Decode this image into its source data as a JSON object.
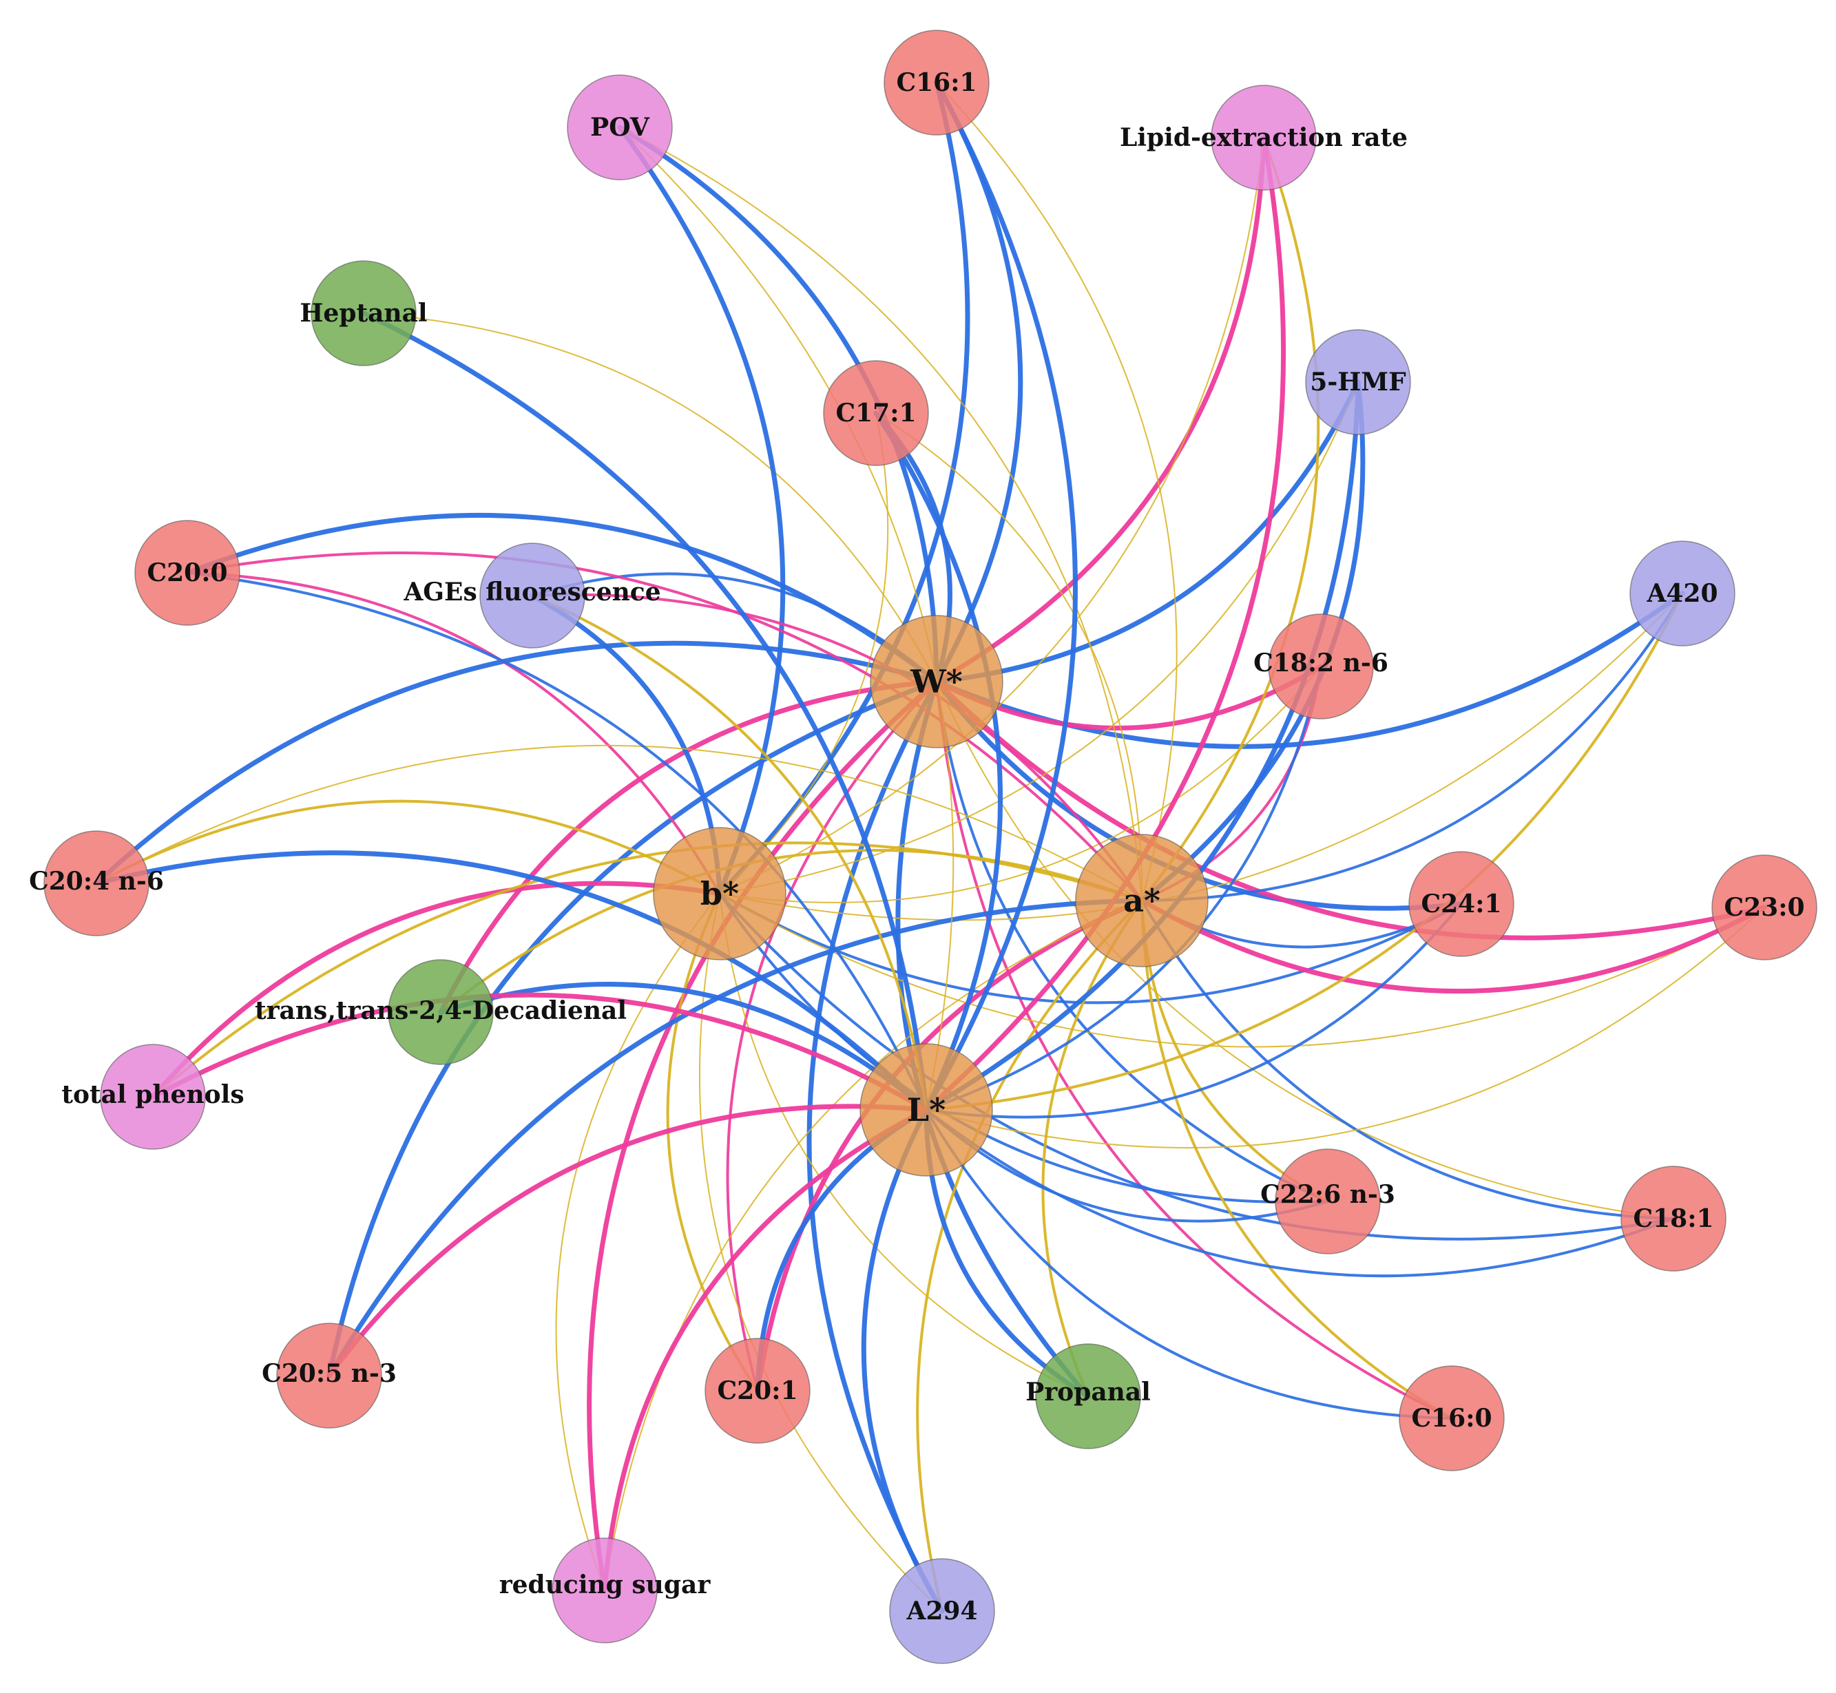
{
  "chart_data": {
    "type": "network",
    "colors": {
      "edge_types": {
        "blue": "#2b6fe3",
        "gold": "#d8b21c",
        "pink": "#ee3b9c"
      },
      "node_groups": {
        "fatty_acid": "#f07a76",
        "oxidation": "#e888d8",
        "volatile": "#74ad55",
        "maillard": "#a5a2e6",
        "color": "#e4974c"
      }
    },
    "nodes": [
      {
        "id": "W",
        "label": "W*",
        "group": "color"
      },
      {
        "id": "b",
        "label": "b*",
        "group": "color"
      },
      {
        "id": "a",
        "label": "a*",
        "group": "color"
      },
      {
        "id": "L",
        "label": "L*",
        "group": "color"
      },
      {
        "id": "C16_1",
        "label": "C16:1",
        "group": "fatty_acid"
      },
      {
        "id": "POV",
        "label": "POV",
        "group": "oxidation"
      },
      {
        "id": "LER",
        "label": "Lipid-extraction rate",
        "group": "oxidation"
      },
      {
        "id": "Heptanal",
        "label": "Heptanal",
        "group": "volatile"
      },
      {
        "id": "C17_1",
        "label": "C17:1",
        "group": "fatty_acid"
      },
      {
        "id": "HMF",
        "label": "5-HMF",
        "group": "maillard"
      },
      {
        "id": "C20_0",
        "label": "C20:0",
        "group": "fatty_acid"
      },
      {
        "id": "AGEs",
        "label": "AGEs fluorescence",
        "group": "maillard"
      },
      {
        "id": "A420",
        "label": "A420",
        "group": "maillard"
      },
      {
        "id": "C18_2",
        "label": "C18:2 n-6",
        "group": "fatty_acid"
      },
      {
        "id": "C20_4",
        "label": "C20:4 n-6",
        "group": "fatty_acid"
      },
      {
        "id": "C24_1",
        "label": "C24:1",
        "group": "fatty_acid"
      },
      {
        "id": "C23_0",
        "label": "C23:0",
        "group": "fatty_acid"
      },
      {
        "id": "Decadienal",
        "label": "trans,trans-2,4-Decadienal",
        "group": "volatile"
      },
      {
        "id": "Phenols",
        "label": "total phenols",
        "group": "oxidation"
      },
      {
        "id": "C22_6",
        "label": "C22:6 n-3",
        "group": "fatty_acid"
      },
      {
        "id": "C18_1",
        "label": "C18:1",
        "group": "fatty_acid"
      },
      {
        "id": "C20_5",
        "label": "C20:5 n-3",
        "group": "fatty_acid"
      },
      {
        "id": "C20_1",
        "label": "C20:1",
        "group": "fatty_acid"
      },
      {
        "id": "Propanal",
        "label": "Propanal",
        "group": "volatile"
      },
      {
        "id": "C16_0",
        "label": "C16:0",
        "group": "fatty_acid"
      },
      {
        "id": "Sugar",
        "label": "reducing sugar",
        "group": "oxidation"
      },
      {
        "id": "A294",
        "label": "A294",
        "group": "maillard"
      }
    ],
    "edges": [
      {
        "source": "W",
        "target": "C16_1",
        "type": "blue",
        "weight": 3
      },
      {
        "source": "W",
        "target": "POV",
        "type": "blue",
        "weight": 3
      },
      {
        "source": "W",
        "target": "LER",
        "type": "pink",
        "weight": 3
      },
      {
        "source": "W",
        "target": "C17_1",
        "type": "blue",
        "weight": 3
      },
      {
        "source": "W",
        "target": "HMF",
        "type": "blue",
        "weight": 3
      },
      {
        "source": "W",
        "target": "C20_0",
        "type": "blue",
        "weight": 3
      },
      {
        "source": "W",
        "target": "AGEs",
        "type": "blue",
        "weight": 2
      },
      {
        "source": "W",
        "target": "A420",
        "type": "blue",
        "weight": 3
      },
      {
        "source": "W",
        "target": "C18_2",
        "type": "pink",
        "weight": 3
      },
      {
        "source": "W",
        "target": "C20_4",
        "type": "blue",
        "weight": 3
      },
      {
        "source": "W",
        "target": "C24_1",
        "type": "blue",
        "weight": 3
      },
      {
        "source": "W",
        "target": "C23_0",
        "type": "pink",
        "weight": 3
      },
      {
        "source": "W",
        "target": "Decadienal",
        "type": "pink",
        "weight": 3
      },
      {
        "source": "W",
        "target": "C22_6",
        "type": "blue",
        "weight": 2
      },
      {
        "source": "W",
        "target": "C16_0",
        "type": "pink",
        "weight": 2
      },
      {
        "source": "W",
        "target": "A294",
        "type": "blue",
        "weight": 3
      },
      {
        "source": "W",
        "target": "Propanal",
        "type": "blue",
        "weight": 3
      },
      {
        "source": "W",
        "target": "Sugar",
        "type": "pink",
        "weight": 3
      },
      {
        "source": "W",
        "target": "C20_5",
        "type": "blue",
        "weight": 3
      },
      {
        "source": "W",
        "target": "C20_1",
        "type": "pink",
        "weight": 2
      },
      {
        "source": "W",
        "target": "C18_1",
        "type": "gold",
        "weight": 1
      },
      {
        "source": "W",
        "target": "Heptanal",
        "type": "gold",
        "weight": 1
      },
      {
        "source": "b",
        "target": "C16_1",
        "type": "blue",
        "weight": 3
      },
      {
        "source": "b",
        "target": "POV",
        "type": "blue",
        "weight": 3
      },
      {
        "source": "b",
        "target": "LER",
        "type": "gold",
        "weight": 1
      },
      {
        "source": "b",
        "target": "C17_1",
        "type": "gold",
        "weight": 1
      },
      {
        "source": "b",
        "target": "HMF",
        "type": "gold",
        "weight": 1
      },
      {
        "source": "b",
        "target": "C20_0",
        "type": "pink",
        "weight": 2
      },
      {
        "source": "b",
        "target": "AGEs",
        "type": "blue",
        "weight": 3
      },
      {
        "source": "b",
        "target": "A420",
        "type": "gold",
        "weight": 1
      },
      {
        "source": "b",
        "target": "C18_2",
        "type": "gold",
        "weight": 1
      },
      {
        "source": "b",
        "target": "C20_4",
        "type": "gold",
        "weight": 2
      },
      {
        "source": "b",
        "target": "C24_1",
        "type": "blue",
        "weight": 2
      },
      {
        "source": "b",
        "target": "C23_0",
        "type": "gold",
        "weight": 1
      },
      {
        "source": "b",
        "target": "Phenols",
        "type": "pink",
        "weight": 3
      },
      {
        "source": "b",
        "target": "C22_6",
        "type": "blue",
        "weight": 2
      },
      {
        "source": "b",
        "target": "C18_1",
        "type": "blue",
        "weight": 2
      },
      {
        "source": "b",
        "target": "C20_1",
        "type": "gold",
        "weight": 2
      },
      {
        "source": "b",
        "target": "Propanal",
        "type": "gold",
        "weight": 1
      },
      {
        "source": "b",
        "target": "A294",
        "type": "gold",
        "weight": 1
      },
      {
        "source": "b",
        "target": "Sugar",
        "type": "gold",
        "weight": 1
      },
      {
        "source": "a",
        "target": "C16_1",
        "type": "gold",
        "weight": 1
      },
      {
        "source": "a",
        "target": "POV",
        "type": "gold",
        "weight": 1
      },
      {
        "source": "a",
        "target": "LER",
        "type": "gold",
        "weight": 2
      },
      {
        "source": "a",
        "target": "C17_1",
        "type": "gold",
        "weight": 1
      },
      {
        "source": "a",
        "target": "HMF",
        "type": "blue",
        "weight": 3
      },
      {
        "source": "a",
        "target": "C20_0",
        "type": "pink",
        "weight": 2
      },
      {
        "source": "a",
        "target": "AGEs",
        "type": "pink",
        "weight": 2
      },
      {
        "source": "a",
        "target": "A420",
        "type": "blue",
        "weight": 2
      },
      {
        "source": "a",
        "target": "C18_2",
        "type": "pink",
        "weight": 2
      },
      {
        "source": "a",
        "target": "C20_4",
        "type": "gold",
        "weight": 1
      },
      {
        "source": "a",
        "target": "C24_1",
        "type": "blue",
        "weight": 2
      },
      {
        "source": "a",
        "target": "C23_0",
        "type": "pink",
        "weight": 3
      },
      {
        "source": "a",
        "target": "Decadienal",
        "type": "gold",
        "weight": 2
      },
      {
        "source": "a",
        "target": "Phenols",
        "type": "gold",
        "weight": 2
      },
      {
        "source": "a",
        "target": "C22_6",
        "type": "gold",
        "weight": 2
      },
      {
        "source": "a",
        "target": "C18_1",
        "type": "blue",
        "weight": 2
      },
      {
        "source": "a",
        "target": "C20_5",
        "type": "blue",
        "weight": 3
      },
      {
        "source": "a",
        "target": "C20_1",
        "type": "pink",
        "weight": 3
      },
      {
        "source": "a",
        "target": "Propanal",
        "type": "gold",
        "weight": 2
      },
      {
        "source": "a",
        "target": "C16_0",
        "type": "gold",
        "weight": 2
      },
      {
        "source": "a",
        "target": "Sugar",
        "type": "gold",
        "weight": 1
      },
      {
        "source": "a",
        "target": "A294",
        "type": "gold",
        "weight": 2
      },
      {
        "source": "L",
        "target": "C16_1",
        "type": "blue",
        "weight": 3
      },
      {
        "source": "L",
        "target": "POV",
        "type": "gold",
        "weight": 1
      },
      {
        "source": "L",
        "target": "LER",
        "type": "pink",
        "weight": 3
      },
      {
        "source": "L",
        "target": "Heptanal",
        "type": "blue",
        "weight": 3
      },
      {
        "source": "L",
        "target": "C17_1",
        "type": "blue",
        "weight": 3
      },
      {
        "source": "L",
        "target": "HMF",
        "type": "blue",
        "weight": 3
      },
      {
        "source": "L",
        "target": "C20_0",
        "type": "blue",
        "weight": 2
      },
      {
        "source": "L",
        "target": "AGEs",
        "type": "gold",
        "weight": 2
      },
      {
        "source": "L",
        "target": "A420",
        "type": "gold",
        "weight": 2
      },
      {
        "source": "L",
        "target": "C18_2",
        "type": "blue",
        "weight": 2
      },
      {
        "source": "L",
        "target": "C20_4",
        "type": "blue",
        "weight": 3
      },
      {
        "source": "L",
        "target": "C24_1",
        "type": "blue",
        "weight": 2
      },
      {
        "source": "L",
        "target": "C23_0",
        "type": "gold",
        "weight": 1
      },
      {
        "source": "L",
        "target": "Decadienal",
        "type": "blue",
        "weight": 3
      },
      {
        "source": "L",
        "target": "Phenols",
        "type": "pink",
        "weight": 3
      },
      {
        "source": "L",
        "target": "C22_6",
        "type": "blue",
        "weight": 2
      },
      {
        "source": "L",
        "target": "C18_1",
        "type": "blue",
        "weight": 2
      },
      {
        "source": "L",
        "target": "C20_5",
        "type": "pink",
        "weight": 3
      },
      {
        "source": "L",
        "target": "C20_1",
        "type": "blue",
        "weight": 3
      },
      {
        "source": "L",
        "target": "Propanal",
        "type": "blue",
        "weight": 3
      },
      {
        "source": "L",
        "target": "C16_0",
        "type": "blue",
        "weight": 2
      },
      {
        "source": "L",
        "target": "A294",
        "type": "blue",
        "weight": 3
      },
      {
        "source": "L",
        "target": "Sugar",
        "type": "pink",
        "weight": 3
      }
    ]
  }
}
